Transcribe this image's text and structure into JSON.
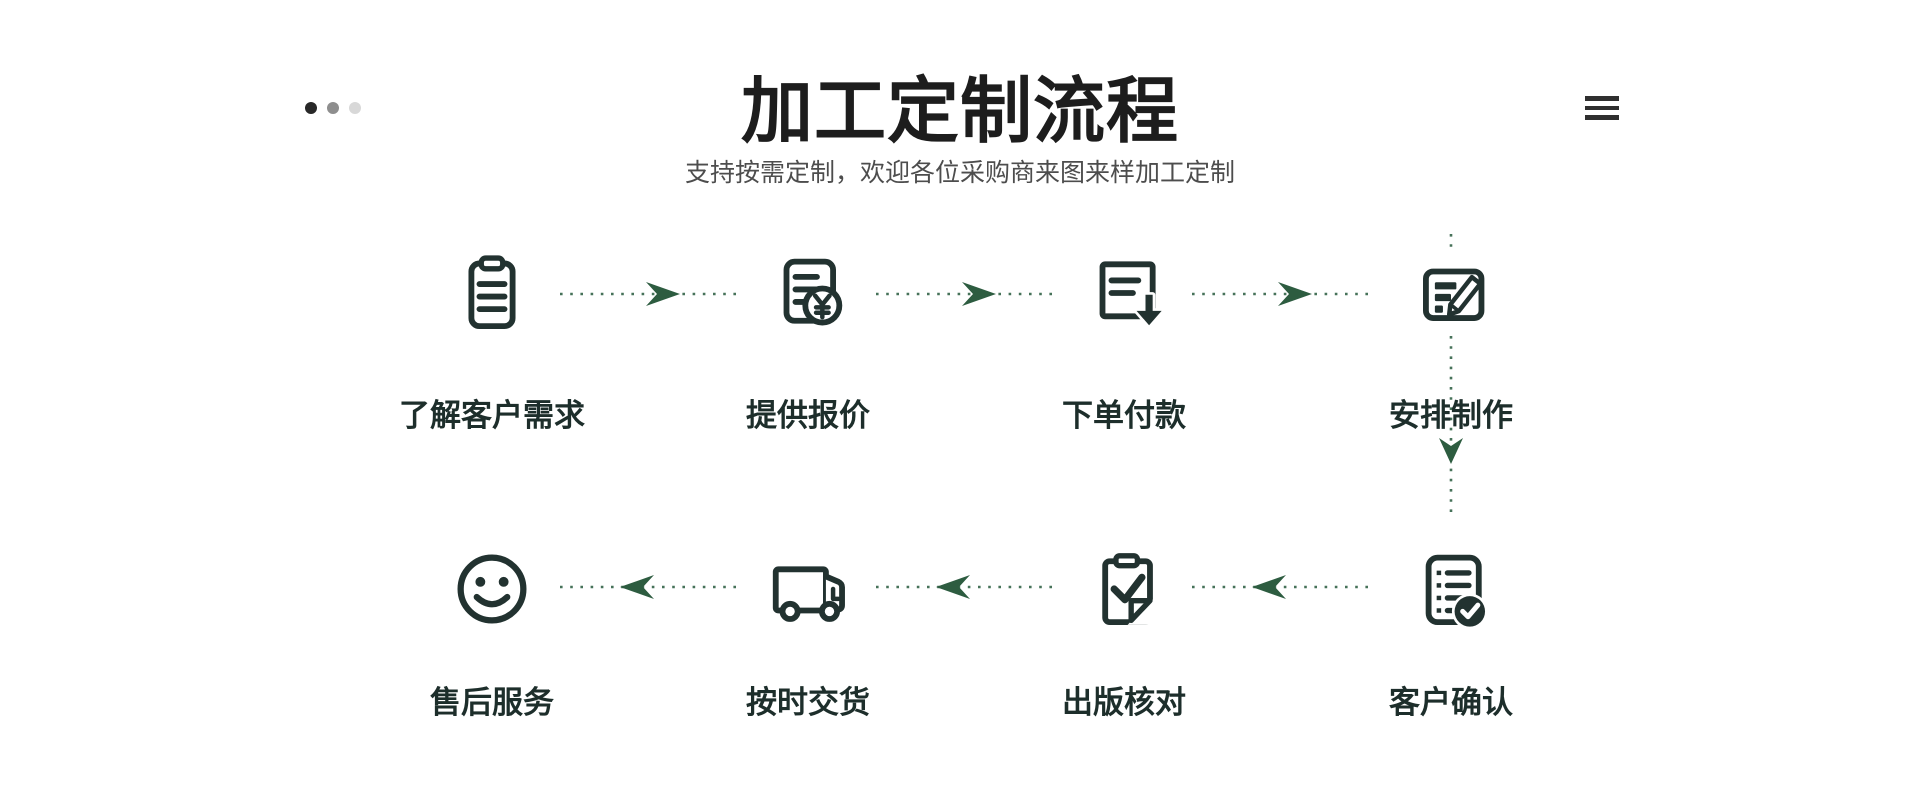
{
  "header": {
    "title": "加工定制流程",
    "subtitle": "支持按需定制，欢迎各位采购商来图来样加工定制",
    "carousel_dots": [
      {
        "index": 1,
        "state": "active",
        "color": "#282828"
      },
      {
        "index": 2,
        "state": "inactive",
        "color": "#8e8e8e"
      },
      {
        "index": 3,
        "state": "inactive",
        "color": "#d8d8d8"
      }
    ],
    "menu_icon": "hamburger-menu-icon"
  },
  "colors": {
    "background": "#ffffff",
    "title": "#1d1d1d",
    "subtitle": "#4d4d4d",
    "icon_stroke": "#223230",
    "label": "#1d2e2b",
    "arrow_dotted_line": "#467259",
    "arrow_head": "#2d5c40"
  },
  "flow": {
    "rows": [
      {
        "direction": "left-to-right",
        "steps": [
          {
            "icon": "clipboard-notes-icon",
            "label": "了解客户需求"
          },
          {
            "icon": "quotation-price-icon",
            "label": "提供报价"
          },
          {
            "icon": "order-payment-icon",
            "label": "下单付款"
          },
          {
            "icon": "production-edit-icon",
            "label": "安排制作"
          }
        ]
      },
      {
        "direction": "right-to-left",
        "steps": [
          {
            "icon": "smiley-face-icon",
            "label": "售后服务"
          },
          {
            "icon": "delivery-truck-icon",
            "label": "按时交货"
          },
          {
            "icon": "proof-check-icon",
            "label": "出版核对"
          },
          {
            "icon": "confirm-list-icon",
            "label": "客户确认"
          }
        ]
      }
    ]
  }
}
